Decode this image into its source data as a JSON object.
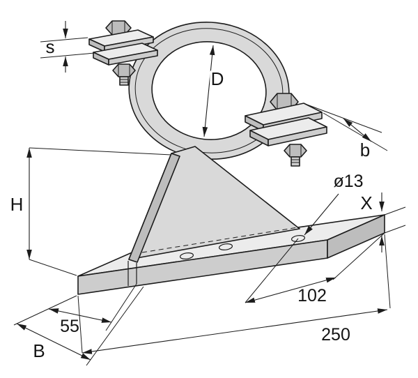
{
  "colors": {
    "line": "#1c1c1c",
    "metal_light": "#ececec",
    "metal_mid": "#d9d9d9",
    "metal_dark": "#bdbdbd",
    "background": "#ffffff"
  },
  "drawing": {
    "subject": "pipe-clamp-with-support-base",
    "labels": {
      "strap_thickness": "s",
      "clamp_diameter": "D",
      "strap_width": "b",
      "support_height": "H",
      "hole_diameter": "ø13",
      "base_thickness": "X",
      "hole_spacing": "102",
      "edge_offset": "55",
      "base_length": "250",
      "base_width": "B"
    }
  }
}
